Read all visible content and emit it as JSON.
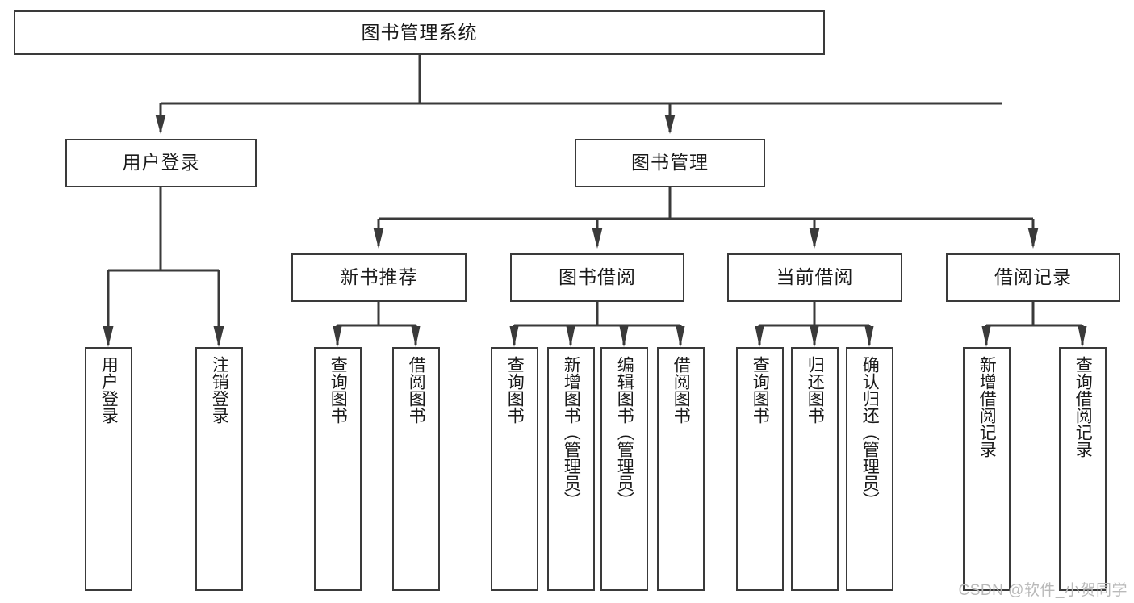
{
  "diagram": {
    "type": "tree-hierarchy",
    "title": "图书管理系统",
    "watermark": "CSDN @软件_小贺同学",
    "colors": {
      "stroke": "#3a3a3a",
      "fill": "#ffffff",
      "text": "#1a1a1a",
      "watermark": "#b9b9b9"
    },
    "nodes": {
      "root": {
        "label": "图书管理系统",
        "level": 1,
        "orientation": "horizontal"
      },
      "level2": [
        {
          "id": "user-login",
          "label": "用户登录",
          "orientation": "horizontal"
        },
        {
          "id": "book-management",
          "label": "图书管理",
          "orientation": "horizontal"
        }
      ],
      "level3": [
        {
          "id": "new-book-recommend",
          "label": "新书推荐",
          "orientation": "horizontal"
        },
        {
          "id": "book-borrow",
          "label": "图书借阅",
          "orientation": "horizontal"
        },
        {
          "id": "current-borrow",
          "label": "当前借阅",
          "orientation": "horizontal"
        },
        {
          "id": "borrow-record",
          "label": "借阅记录",
          "orientation": "horizontal"
        }
      ],
      "leaves": [
        {
          "id": "leaf-user-login",
          "label": "用户登录",
          "parent": "user-login",
          "orientation": "vertical"
        },
        {
          "id": "leaf-user-logout",
          "label": "注销登录",
          "parent": "user-login",
          "orientation": "vertical"
        },
        {
          "id": "leaf-query-book-1",
          "label": "查询图书",
          "parent": "new-book-recommend",
          "orientation": "vertical"
        },
        {
          "id": "leaf-borrow-book-1",
          "label": "借阅图书",
          "parent": "new-book-recommend",
          "orientation": "vertical"
        },
        {
          "id": "leaf-query-book-2",
          "label": "查询图书",
          "parent": "book-borrow",
          "orientation": "vertical"
        },
        {
          "id": "leaf-add-book",
          "label": "新增图书（管理员）",
          "parent": "book-borrow",
          "orientation": "vertical"
        },
        {
          "id": "leaf-edit-book",
          "label": "编辑图书（管理员）",
          "parent": "book-borrow",
          "orientation": "vertical"
        },
        {
          "id": "leaf-borrow-book-2",
          "label": "借阅图书",
          "parent": "book-borrow",
          "orientation": "vertical"
        },
        {
          "id": "leaf-query-book-3",
          "label": "查询图书",
          "parent": "current-borrow",
          "orientation": "vertical"
        },
        {
          "id": "leaf-return-book",
          "label": "归还图书",
          "parent": "current-borrow",
          "orientation": "vertical"
        },
        {
          "id": "leaf-confirm-return",
          "label": "确认归还（管理员）",
          "parent": "current-borrow",
          "orientation": "vertical"
        },
        {
          "id": "leaf-add-record",
          "label": "新增借阅记录",
          "parent": "borrow-record",
          "orientation": "vertical"
        },
        {
          "id": "leaf-query-record",
          "label": "查询借阅记录",
          "parent": "borrow-record",
          "orientation": "vertical"
        }
      ]
    }
  }
}
